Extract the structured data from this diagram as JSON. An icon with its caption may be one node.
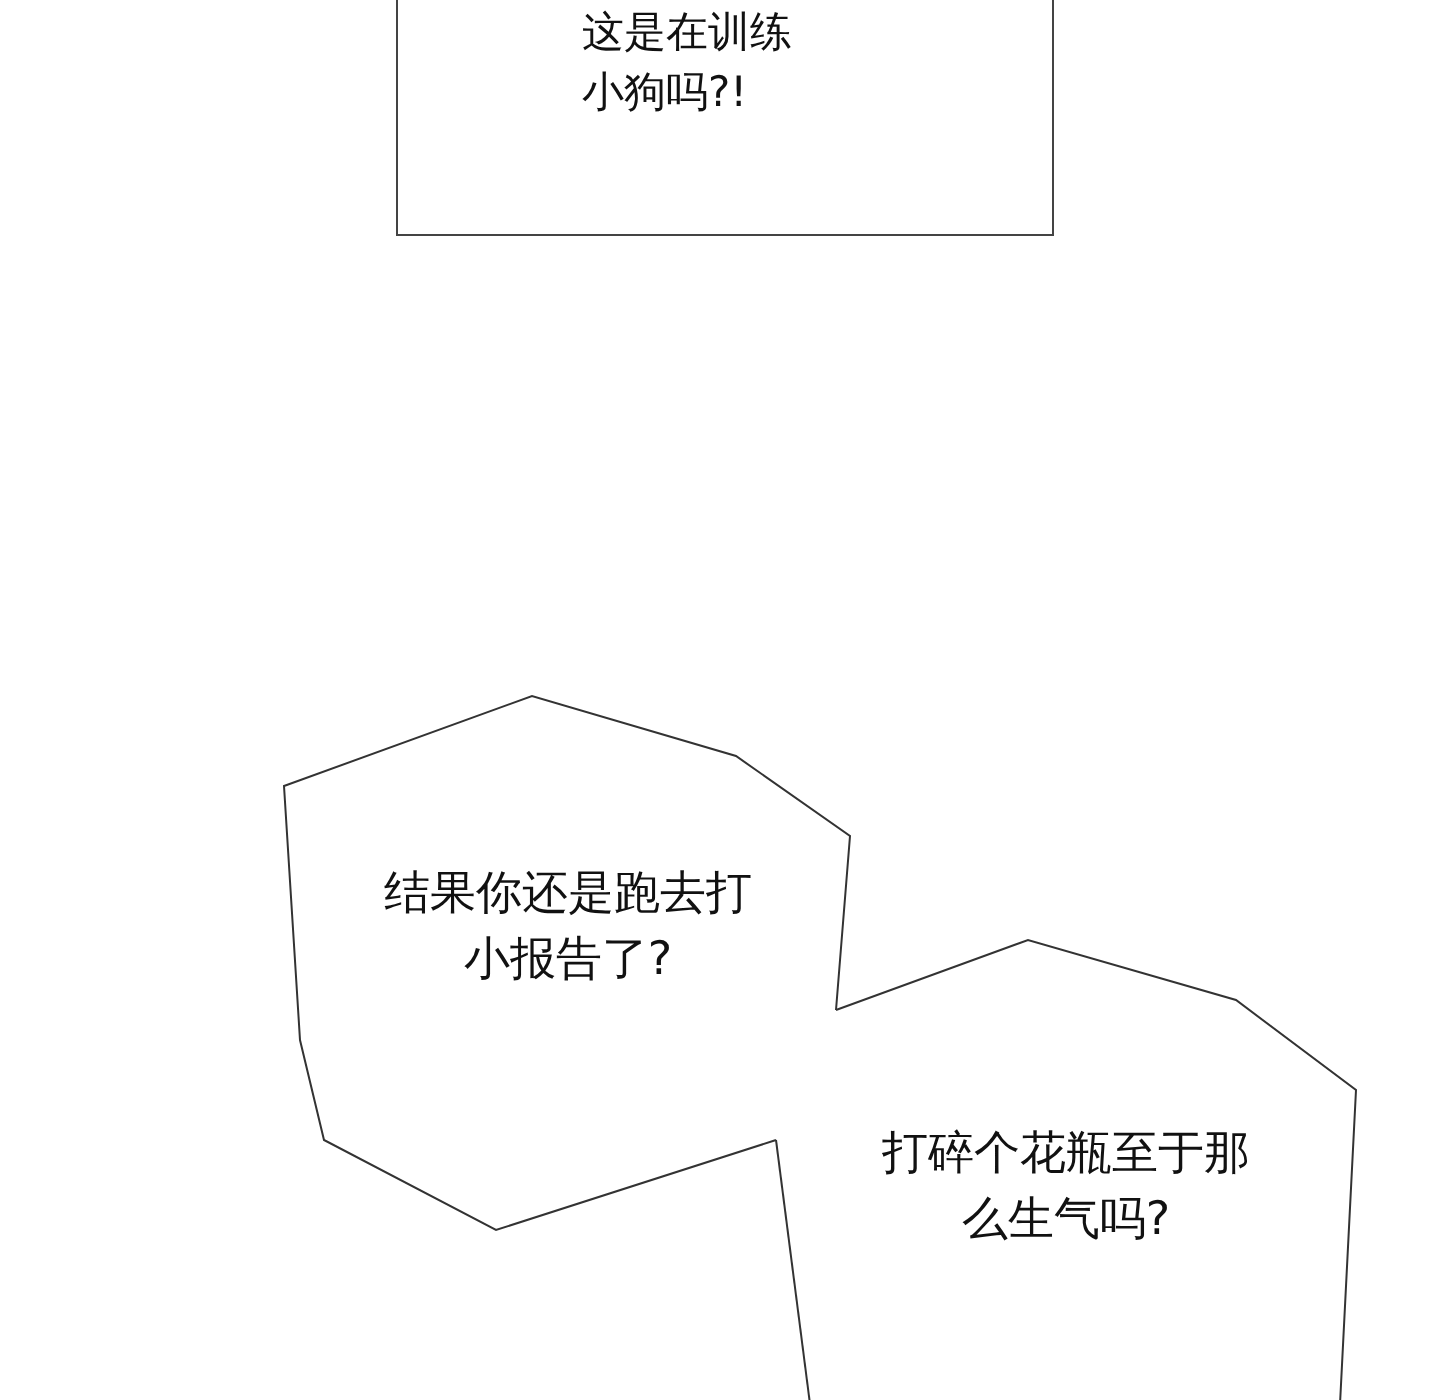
{
  "diagram": {
    "nodes": [
      {
        "text": [
          "这是在训练小狗吗?!"
        ]
      },
      {
        "text": [
          "结果你还是跑去打小报告了?"
        ]
      },
      {
        "text": [
          "打碎个花瓶至于那么生气吗?"
        ]
      }
    ]
  }
}
